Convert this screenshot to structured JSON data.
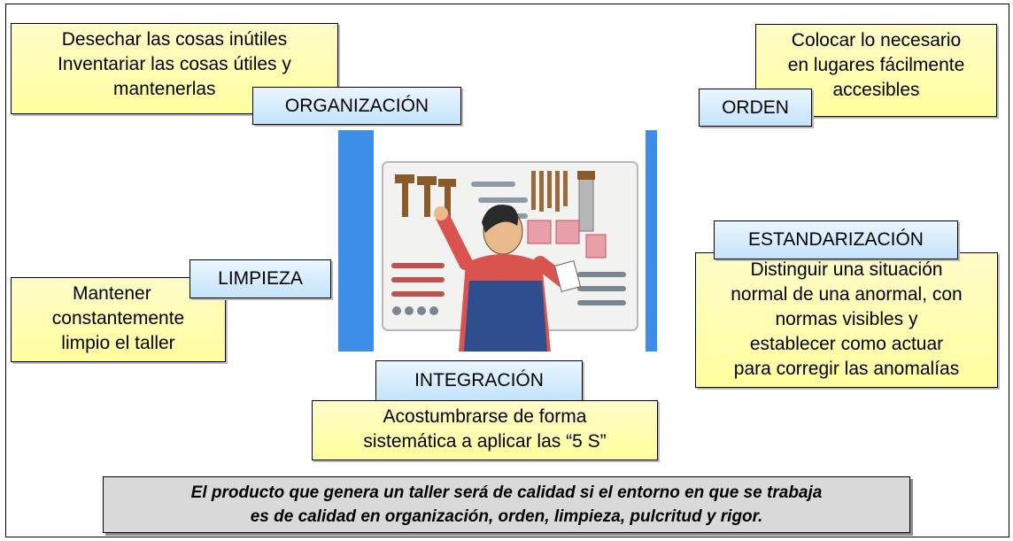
{
  "organizacion": {
    "label": "ORGANIZACIÓN",
    "desc": [
      "Desechar las cosas inútiles",
      "Inventariar las cosas útiles y",
      "mantenerlas"
    ]
  },
  "orden": {
    "label": "ORDEN",
    "desc": [
      "Colocar lo necesario",
      "en lugares fácilmente",
      "accesibles"
    ]
  },
  "limpieza": {
    "label": "LIMPIEZA",
    "desc": [
      "Mantener",
      "constantemente",
      "limpio el taller"
    ]
  },
  "estandarizacion": {
    "label": "ESTANDARIZACIÓN",
    "desc": [
      "Distinguir una situación",
      "normal de una anormal, con",
      "normas visibles y",
      "establecer como actuar",
      "para corregir las anomalías"
    ]
  },
  "integracion": {
    "label": "INTEGRACIÓN",
    "desc": [
      "Acostumbrarse de forma",
      "sistemática a aplicar las “5 S”"
    ]
  },
  "footer": {
    "lines": [
      "El producto que genera un taller será de calidad si el entorno en que se trabaja",
      "es de calidad en organización, orden, limpieza, pulcritud y rigor."
    ]
  },
  "colors": {
    "note_fill": "#ffff9e",
    "tag_fill": "#c4e3fb",
    "banner_fill": "#d9d9d9",
    "illustration_bars": "#3c8ee6"
  }
}
